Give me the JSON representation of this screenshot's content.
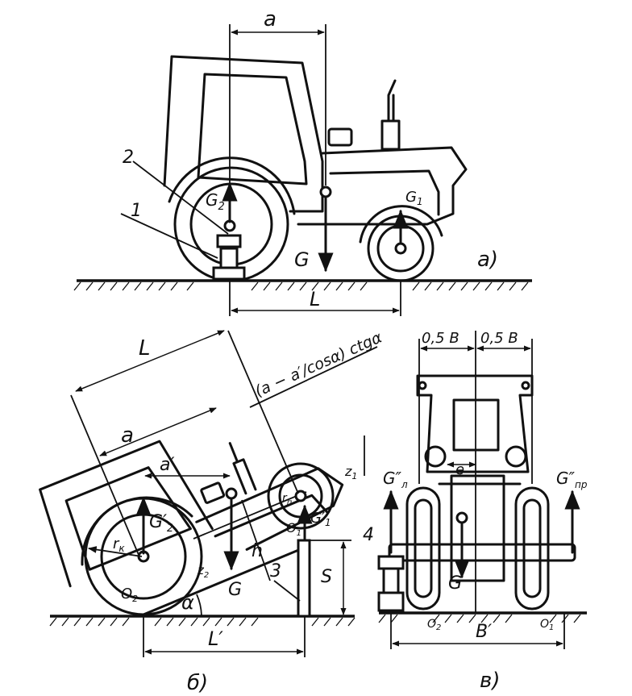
{
  "panel_a": {
    "letter": "а)",
    "dim_a": "a",
    "dim_L": "L",
    "weight_total": "G",
    "weight_rear": "G",
    "weight_rear_sub": "2",
    "weight_front": "G",
    "weight_front_sub": "1",
    "callout_1": "1",
    "callout_2": "2"
  },
  "panel_b": {
    "letter": "б)",
    "dim_L": "L",
    "dim_a": "a",
    "dim_a_prime": "a′",
    "dim_L_prime": "L′",
    "formula": "(a − a′/cosα) ctgα",
    "weight_total": "G",
    "weight_rear": "G′",
    "weight_rear_sub": "2",
    "weight_front": "G′",
    "weight_front_sub": "1",
    "label_h": "h",
    "label_S": "S",
    "label_rk": "r",
    "label_rk_sub": "к",
    "label_rn": "r",
    "label_rn_sub": "п",
    "label_z2": "z",
    "label_z2_sub": "2",
    "label_z1": "z",
    "label_z1_sub": "1",
    "label_alpha": "α",
    "point_O2": "O",
    "point_O2_sub": "2",
    "point_O1": "O",
    "point_O1_sub": "1",
    "callout_3": "3"
  },
  "panel_c": {
    "letter": "в)",
    "dim_half_B_left": "0,5 B",
    "dim_half_B_right": "0,5 B",
    "dim_B_prime": "B′",
    "label_e": "e",
    "weight_total": "G",
    "weight_left": "G″",
    "weight_left_sub": "л",
    "weight_right": "G″",
    "weight_right_sub": "пр",
    "point_O2": "O",
    "point_O2_sub": "2",
    "point_O1": "O",
    "point_O1_sub": "1",
    "callout_4": "4"
  }
}
